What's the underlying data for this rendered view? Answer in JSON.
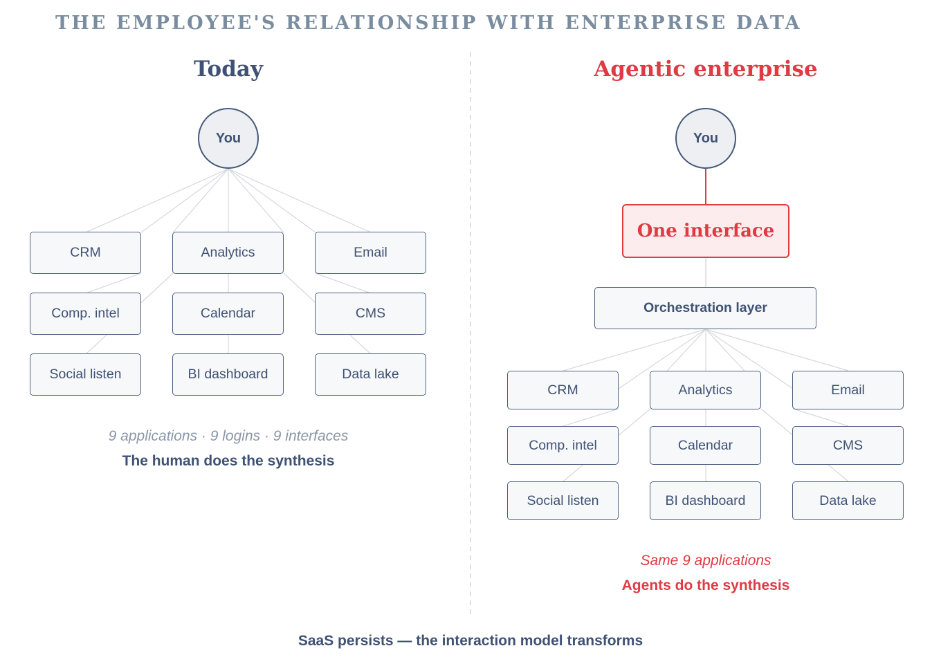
{
  "title": "THE EMPLOYEE'S RELATIONSHIP WITH ENTERPRISE DATA",
  "colors": {
    "slate": "#3f5273",
    "accent_red": "#e03a44",
    "muted": "#8997a8",
    "line": "#cfd3d9"
  },
  "today": {
    "heading": "Today",
    "you_label": "You",
    "apps": [
      "CRM",
      "Analytics",
      "Email",
      "Comp. intel",
      "Calendar",
      "CMS",
      "Social listen",
      "BI dashboard",
      "Data lake"
    ],
    "caption_stats": "9 applications · 9 logins · 9 interfaces",
    "caption_main": "The human does the synthesis"
  },
  "agentic": {
    "heading": "Agentic enterprise",
    "you_label": "You",
    "interface_label": "One interface",
    "orchestration_label": "Orchestration layer",
    "apps": [
      "CRM",
      "Analytics",
      "Email",
      "Comp. intel",
      "Calendar",
      "CMS",
      "Social listen",
      "BI dashboard",
      "Data lake"
    ],
    "caption_stats": "Same 9 applications",
    "caption_main": "Agents do the synthesis"
  },
  "footer": "SaaS persists — the interaction model transforms"
}
